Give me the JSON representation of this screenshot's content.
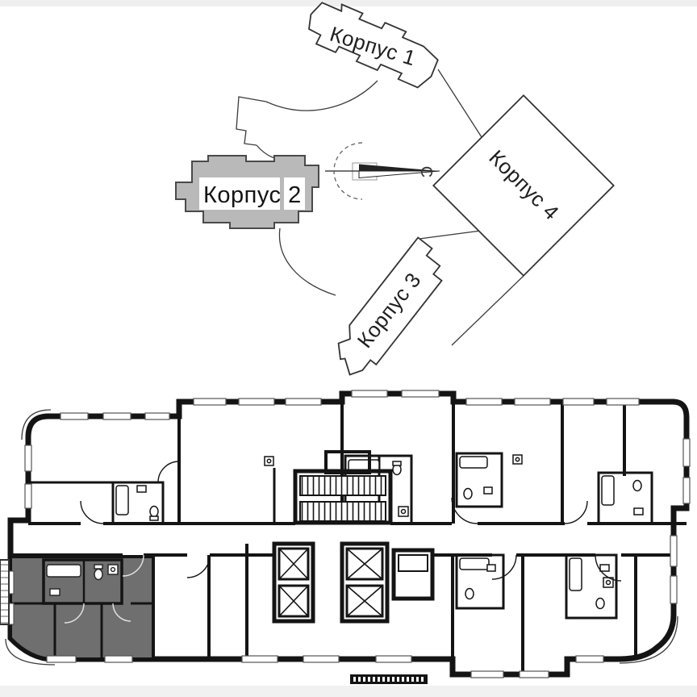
{
  "page": {
    "top_strip_color": "#efefef",
    "bottom_strip_color": "#f1f1f1",
    "background": "#ffffff"
  },
  "site_plan": {
    "buildings": [
      {
        "id": "korpus-1",
        "label": "Корпус 1",
        "highlighted": false
      },
      {
        "id": "korpus-2",
        "label": "Корпус 2",
        "highlighted": true
      },
      {
        "id": "korpus-3",
        "label": "Корпус 3",
        "highlighted": false
      },
      {
        "id": "korpus-4",
        "label": "Корпус 4",
        "highlighted": false
      }
    ],
    "north_label": "С",
    "highlight_fill": "#b9b9b9",
    "outline_color": "#4a4a4a"
  },
  "floor_plan": {
    "wall_color": "#141414",
    "selected_apartment": {
      "fill": "#6f6f6f",
      "position": "bottom-left"
    }
  }
}
